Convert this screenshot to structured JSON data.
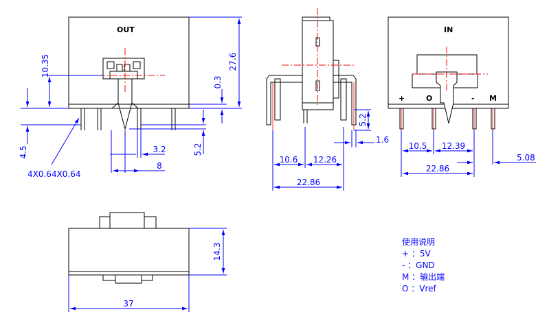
{
  "views": {
    "out_label": "OUT",
    "in_label": "IN",
    "pin_marks": [
      "+",
      "O",
      "-",
      "M"
    ]
  },
  "dimensions": {
    "front": {
      "d_10_35": "10.35",
      "d_27_6": "27.6",
      "d_0_3": "0.3",
      "d_4_5": "4.5",
      "d_3_2": "3.2",
      "d_5_2": "5.2",
      "d_8": "8",
      "pin_size": "4X0.64X0.64"
    },
    "side": {
      "d_10_6": "10.6",
      "d_12_26": "12.26",
      "d_22_86": "22.86",
      "d_5_2": "5.2",
      "d_1_6": "1.6"
    },
    "back": {
      "d_10_5": "10.5",
      "d_12_39": "12.39",
      "d_22_86": "22.86",
      "d_5_08": "5.08"
    },
    "top": {
      "d_14_3": "14.3",
      "d_37": "37"
    }
  },
  "notes": {
    "title": "使用说明",
    "lines": [
      "+ ：5V",
      "- ：GND",
      "M ：输出端",
      "O ：Vref"
    ]
  }
}
